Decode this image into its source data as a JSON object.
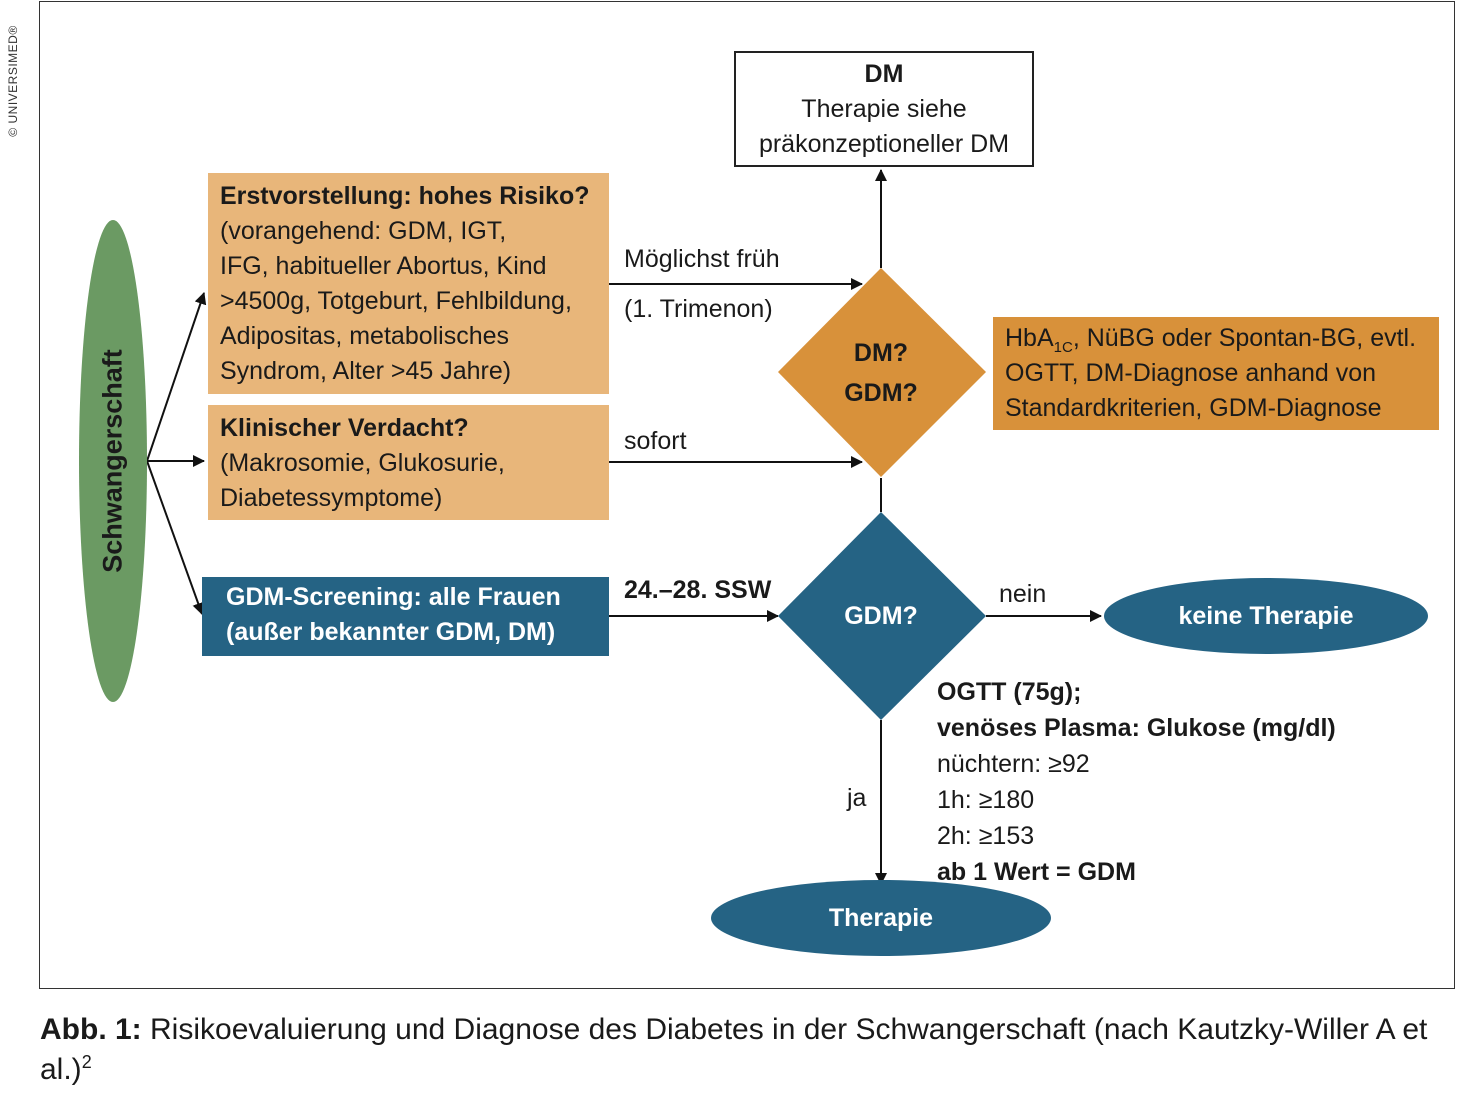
{
  "copyright": "© UNIVERSIMED®",
  "nodes": {
    "schwangerschaft": "Schwangerschaft",
    "erstvorstellung": {
      "title": "Erstvorstellung: hohes Risiko?",
      "lines": [
        "(vorangehend: GDM, IGT,",
        "IFG, habitueller Abortus, Kind",
        ">4500g, Totgeburt, Fehlbildung,",
        "Adipositas, metabolisches",
        "Syndrom, Alter >45 Jahre)"
      ]
    },
    "klinisch": {
      "title": "Klinischer Verdacht?",
      "lines": [
        "(Makrosomie, Glukosurie,",
        "Diabetessymptome)"
      ]
    },
    "screening": {
      "lines": [
        "GDM-Screening: alle Frauen",
        "(außer bekannter GDM, DM)"
      ]
    },
    "dm_box": {
      "title": "DM",
      "lines": [
        "Therapie siehe",
        "präkonzeptioneller DM"
      ]
    },
    "dm_gdm_diamond": {
      "line1": "DM?",
      "line2": "GDM?"
    },
    "hba_box": {
      "line1_pre": "HbA",
      "line1_sub": "1C",
      "line1_post": ", NüBG oder Spontan-BG, evtl.",
      "line2": "OGTT, DM-Diagnose anhand von",
      "line3": "Standardkriterien, GDM-Diagnose"
    },
    "gdm_diamond": "GDM?",
    "keine_therapie": "keine Therapie",
    "therapie": "Therapie"
  },
  "edge_labels": {
    "moeglichst_frueh": "Möglichst früh",
    "trimenon": "(1. Trimenon)",
    "sofort": "sofort",
    "ssw": "24.–28. SSW",
    "nein": "nein",
    "ja": "ja"
  },
  "ogtt": {
    "title": "OGTT (75g);",
    "subtitle": "venöses Plasma: Glukose (mg/dl)",
    "values": [
      "nüchtern: ≥92",
      "1h: ≥180",
      "2h: ≥153"
    ],
    "conclusion": "ab 1 Wert = GDM"
  },
  "caption": {
    "label": "Abb. 1:",
    "text": "Risikoevaluierung und Diagnose des Diabetes in der Schwangerschaft (nach Kautzky-Willer A et al.)",
    "ref": "2"
  },
  "colors": {
    "green": "#6b9a63",
    "light_orange": "#e8b67a",
    "dark_orange": "#d8913a",
    "teal": "#256384"
  }
}
